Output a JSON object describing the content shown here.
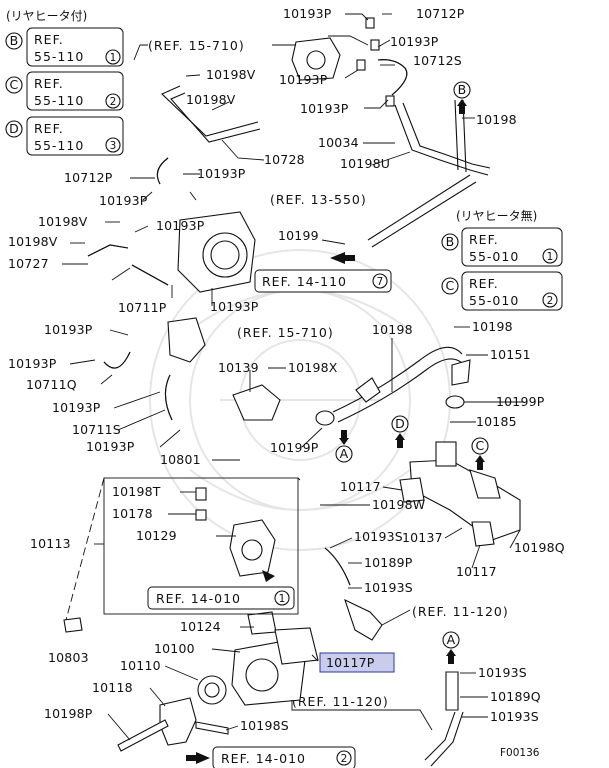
{
  "corner_codes": {
    "left_group_heading": "(リヤヒータ付)",
    "right_group_heading": "(リヤヒータ無)",
    "left": [
      {
        "letter": "B",
        "line1": "REF.",
        "line2": "55-110",
        "circled": "1"
      },
      {
        "letter": "C",
        "line1": "REF.",
        "line2": "55-110",
        "circled": "2"
      },
      {
        "letter": "D",
        "line1": "REF.",
        "line2": "55-110",
        "circled": "3"
      }
    ],
    "right": [
      {
        "letter": "B",
        "line1": "REF.",
        "line2": "55-010",
        "circled": "1"
      },
      {
        "letter": "C",
        "line1": "REF.",
        "line2": "55-010",
        "circled": "2"
      }
    ]
  },
  "ref_labels": {
    "r15_710_top": "(REF. 15-710)",
    "r13_550": "(REF. 13-550)",
    "r15_710_mid": "(REF. 15-710)",
    "r11_120_a": "(REF. 11-120)",
    "r11_120_b": "(REF. 11-120)"
  },
  "ref_boxes": {
    "b14_110": {
      "text": "REF. 14-110",
      "circled": "7"
    },
    "b14_010_1": {
      "text": "REF. 14-010",
      "circled": "1"
    },
    "b14_010_2": {
      "text": "REF. 14-010",
      "circled": "2"
    }
  },
  "part_numbers": {
    "p10193P_top": "10193P",
    "p10712P_top": "10712P",
    "p10193P_b": "10193P",
    "p10712S": "10712S",
    "p10193P_c": "10193P",
    "p10198V_a": "10198V",
    "p10198V_b": "10198V",
    "p10193P_d": "10193P",
    "p10198_r": "10198",
    "p10034": "10034",
    "p10198U": "10198U",
    "p10728": "10728",
    "p10712P_l": "10712P",
    "p10193P_e": "10193P",
    "p10193P_f": "10193P",
    "p10198V_c": "10198V",
    "p10193P_g": "10193P",
    "p10198V_d": "10198V",
    "p10727": "10727",
    "p10199": "10199",
    "p10711P": "10711P",
    "p10193P_h": "10193P",
    "p10193P_i": "10193P",
    "p10198_m": "10198",
    "p10198_m2": "10198",
    "p10193P_j": "10193P",
    "p10151": "10151",
    "p10711Q": "10711Q",
    "p10139": "10139",
    "p10198X": "10198X",
    "p10193P_k": "10193P",
    "p10199P_r": "10199P",
    "p10711S": "10711S",
    "p10185": "10185",
    "p10193P_l": "10193P",
    "p10199P_m": "10199P",
    "p10801": "10801",
    "p10117_a": "10117",
    "p10198T": "10198T",
    "p10198W": "10198W",
    "p10178": "10178",
    "p10113": "10113",
    "p10129": "10129",
    "p10193S_a": "10193S",
    "p10137": "10137",
    "p10198Q": "10198Q",
    "p10189P": "10189P",
    "p10117_b": "10117",
    "p10193S_b": "10193S",
    "p10803": "10803",
    "p10124": "10124",
    "p10100": "10100",
    "p10117P": "10117P",
    "p10110": "10110",
    "p10193S_c": "10193S",
    "p10118": "10118",
    "p10189Q": "10189Q",
    "p10198P": "10198P",
    "p10198S": "10198S",
    "p10193S_d": "10193S"
  },
  "markers": {
    "A": "A",
    "B": "B",
    "C": "C",
    "D": "D"
  },
  "figure_code": "F00136",
  "highlight_color": "#c9ccec"
}
